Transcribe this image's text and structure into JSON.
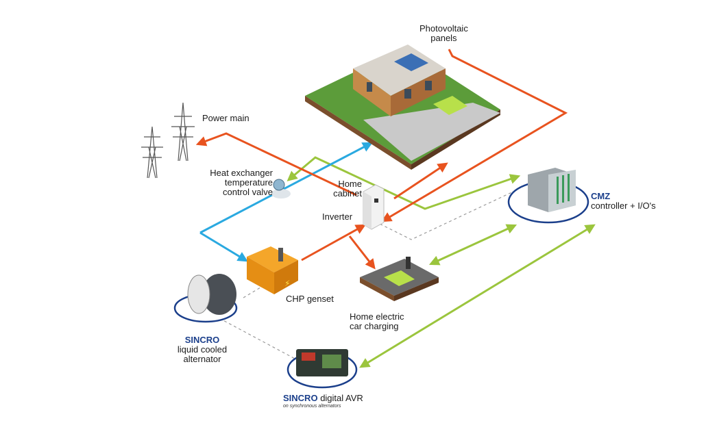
{
  "labels": {
    "photovoltaic": [
      "Photovoltaic",
      "panels"
    ],
    "power_main": "Power main",
    "heat_exchanger": [
      "Heat exchanger",
      "temperature",
      "control valve"
    ],
    "home_cabinet": [
      "Home",
      "cabinet"
    ],
    "inverter": "Inverter",
    "chp_genset": "CHP genset",
    "ev_charging": [
      "Home electric",
      "car charging"
    ],
    "cmz_brand": "CMZ",
    "cmz_desc": "controller + I/O's",
    "sincro_alt_brand": "SINCRO",
    "sincro_alt_desc": [
      "liquid cooled",
      "alternator"
    ],
    "sincro_avr_brand": "SINCRO",
    "sincro_avr_desc": "digital AVR",
    "sincro_avr_note": "on synchronous alternators"
  },
  "colors": {
    "power_flow": "#e8531f",
    "heat_flow": "#2aa9e0",
    "control_flow": "#9bc53d",
    "data_link": "#9a9a9a",
    "brand": "#1b3f8b"
  },
  "icons": [
    "house-icon",
    "power-pylon-icon",
    "valve-icon",
    "cabinet-icon",
    "genset-icon",
    "alternator-icon",
    "ev-charger-icon",
    "plc-icon",
    "avr-board-icon"
  ]
}
